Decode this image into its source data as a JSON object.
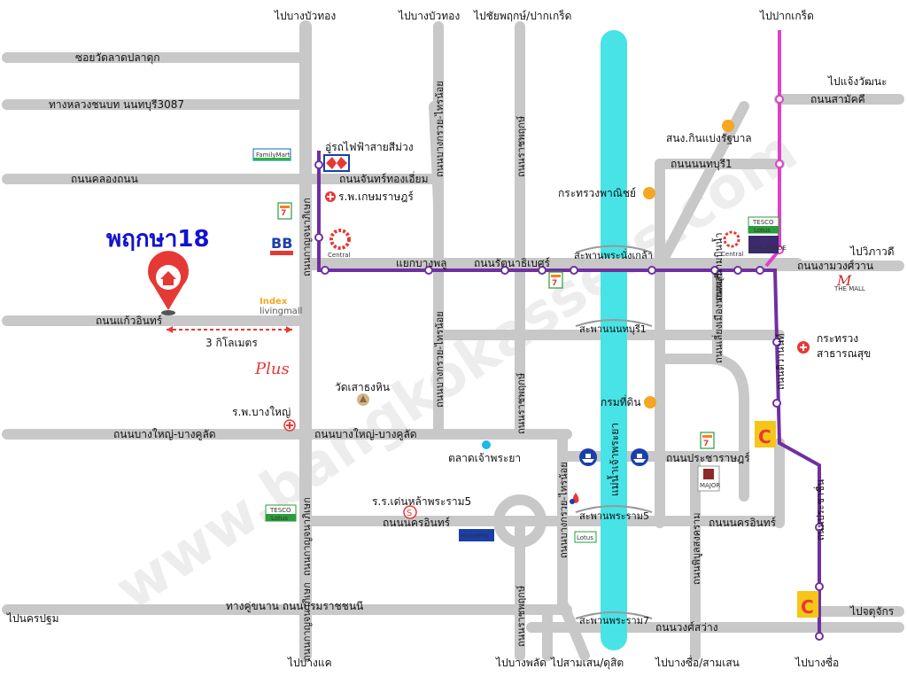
{
  "title": "พฤกษา18",
  "distance_label": "3 กิโลเมตร",
  "river_label": "แม่น้ำเจ้าพระยา",
  "watermark": "www.bangkokassets.com",
  "top_labels": [
    "ไปบางบัวทอง",
    "ไปบางบัวทอง",
    "ไปชัยพฤกษ์/ปากเกร็ด",
    "ไปปากเกร็ด"
  ],
  "bottom_labels": [
    "ไปบางแค",
    "ไปบางพลัด",
    "ไปสามเสน/ดุสิต",
    "ไปบางซื่อ/สามเสน",
    "ไปบางซื่อ"
  ],
  "side_labels": {
    "ngamwong_top": "ไปแจ้งวัฒนะ",
    "vibhavadi": "ไปวิภาวดี",
    "jatujak": "ไปจตุจักร",
    "nakhon_pathom": "ไปนครปฐม"
  },
  "horizontal_roads": {
    "soi_wat_lat": "ซอยวัดลาดปลาดุก",
    "highway_3087": "ทางหลวงชนบท นนทบุรี3087",
    "khlong_thanon": "ถนนคลองถนน",
    "kaew_in": "ถนนแก้วอินทร์",
    "bang_yai_west": "ถนนบางใหญ่-บางคูลัด",
    "bang_yai_center": "ถนนบางใหญ่-บางคูลัด",
    "ratanathibet": "ถนนรัตนาธิเบศร์",
    "nakhon_in_west": "ถนนนครอินทร์",
    "nakhon_in_east": "ถนนนครอินทร์",
    "kuphan": "ทางคู่ขนาน ถนนบรมราชชนนี",
    "prachachuen_h": "ถนนประชาราษฎร์",
    "wongsawang": "ถนนวงศ์สว่าง",
    "samakkhi": "ถนนสามัคคี",
    "nonthaburi1": "ถนนนนทบุรี1",
    "ngamwongwan": "ถนนงามวงศ์วาน",
    "chan_thong": "ถนนจันทร์ทองเอี่ยม"
  },
  "vertical_roads": {
    "kanchanaphisek": "ถนนกาญจนาภิเษก",
    "kanchanaphisek_lower": "ถนนกาญจนาภิเษก",
    "kanchanaphisek_bottom": "ถนนกาญจนาภิเษก",
    "bang_kruai_north": "ถนนบางกรวย-ไทรน้อย",
    "bang_kruai_mid": "ถนนบางกรวย-ไทรน้อย",
    "bang_kruai_south": "ถนนบางกรวย-ไทรน้อย",
    "ratchaphruek_n": "ถนนราชพฤกษ์",
    "ratchaphruek_m": "ถนนราชพฤกษ์",
    "ratchaphruek_s": "ถนนราชพฤกษ์",
    "tiwanon": "ถนนติวานนท์",
    "chaeng_wattana": "ถนนพิบูลสงคราม",
    "prachachuen": "ถนนประชาชื่น",
    "sanam_bin_nam": "ถนนสนามบินน้ำ",
    "ngam_wong_v": "ถนนเลี่ยงเมืองนนทบุรี",
    "thahan": "ถนนรัตนาธิเบศร์"
  },
  "bridges": [
    "สะพานพระนั่งเกล้า",
    "สะพานนนทบุรี1",
    "สะพานพระราม5",
    "สะพานพระราม7"
  ],
  "places": {
    "purple_line_station": "อู่รถไฟฟ้าสายสีม่วง",
    "kasemrad": "ร.พ.เกษมราษฎร์",
    "bang_phlu": "แยกบางพลู",
    "wat_saothong": "วัดเสาธงหิน",
    "bang_yai_hospital": "ร.พ.บางใหญ่",
    "market": "ตลาดเจ้าพระยา",
    "school": "ร.ร.เด่นหล้าพระราม5",
    "ministry_commerce": "กระทรวงพาณิชย์",
    "revenue_dept": "กรมที่ดิน",
    "govt_center": "สนง.กินแบ่งรัฐบาล",
    "ministry_health_1": "กระทรวง",
    "ministry_health_2": "สาธารณสุข"
  },
  "brands": {
    "familymart": "FamilyMart",
    "central": "Central",
    "index": "Index",
    "livingmall": "livingmall",
    "plus": "Plus",
    "tesco": "TESCO",
    "lotus": "Lotus",
    "homepro": "HomePro",
    "bb": "BB",
    "bigc": "Big C",
    "esplanade": "ESPLANADE",
    "themall": "THE MALL",
    "major": "MAJOR"
  },
  "colors": {
    "road": "#c8c8c8",
    "river": "#48e3e6",
    "purple_line": "#7030a0",
    "pink_line": "#e040c8",
    "title": "#1212d0",
    "pin": "#e53935",
    "orange": "#f5a623"
  }
}
